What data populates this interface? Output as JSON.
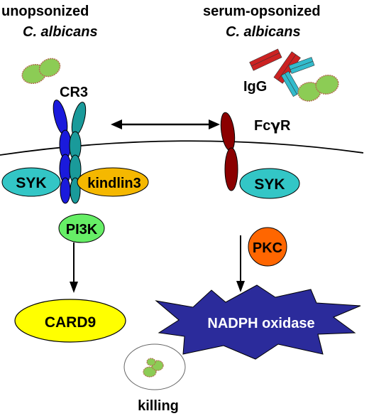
{
  "titles": {
    "left_line1": "unopsonized",
    "left_line2": "C. albicans",
    "right_line1": "serum-opsonized",
    "right_line2": "C. albicans"
  },
  "labels": {
    "igg": "IgG",
    "cr3": "CR3",
    "fcgr_prefix": "Fc",
    "fcgr_greek": "γ",
    "fcgr_suffix": "R",
    "syk_left": "SYK",
    "kindlin3": "kindlin3",
    "syk_right": "SYK",
    "pi3k": "PI3K",
    "pkc": "PKC",
    "card9": "CARD9",
    "nadph": "NADPH oxidase",
    "killing": "killing"
  },
  "colors": {
    "membrane": "#000000",
    "cr3_alpha": "#1a1adc",
    "cr3_beta": "#1a9a9a",
    "fcgr": "#8b0000",
    "syk": "#33c6c6",
    "kindlin3": "#f5b800",
    "pi3k": "#66ee66",
    "pkc": "#ff6600",
    "card9": "#ffff00",
    "nadph": "#2b2b9b",
    "fungus": "#8ccc55",
    "fungus_edge": "#b07050",
    "igg_red": "#cc2222",
    "igg_cyan": "#33bbcc"
  }
}
